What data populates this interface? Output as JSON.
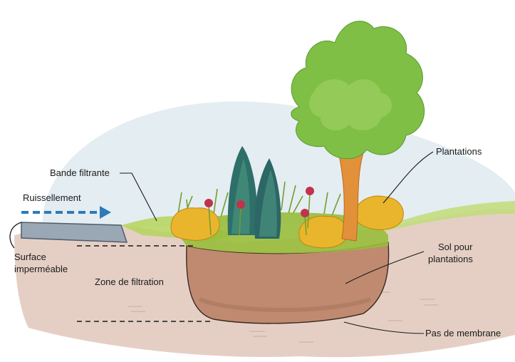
{
  "diagram": {
    "labels": {
      "ruissellement": "Ruissellement",
      "bande_filtrante": "Bande filtrante",
      "plantations": "Plantations",
      "surface_impermeable_line1": "Surface",
      "surface_impermeable_line2": "imperméable",
      "zone_filtration": "Zone de filtration",
      "sol_line1": "Sol pour",
      "sol_line2": "plantations",
      "pas_de_membrane": "Pas de membrane"
    },
    "colors": {
      "sky": "#dfeaf0",
      "ground": "#e5cfc5",
      "basin_soil": "#bf8a70",
      "pavement": "#9aa7b5",
      "grass": "#97bd3a",
      "foliage": "#7fbf45",
      "trunk": "#e2913a",
      "conifer": "#2f6f6a",
      "shrub": "#e9b52c",
      "flower": "#c0334d",
      "runoff_arrow": "#2d7bb8"
    }
  }
}
